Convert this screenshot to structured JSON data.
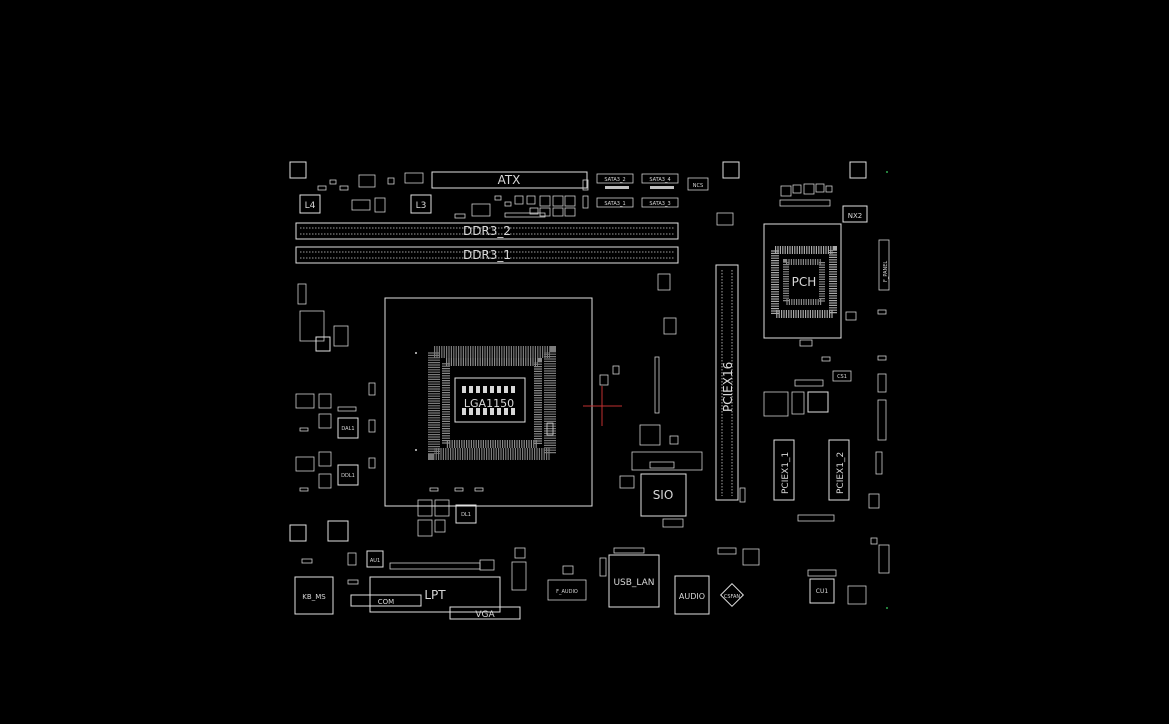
{
  "board": {
    "labels": {
      "atx": "ATX",
      "ddr3_2": "DDR3_2",
      "ddr3_1": "DDR3_1",
      "l4": "L4",
      "l3": "L3",
      "cpu_socket": "LGA1150",
      "pciex16": "PCIEX16",
      "pciex1_1": "PCIEX1_1",
      "pciex1_2": "PCIEX1_2",
      "pch": "PCH",
      "nx2": "NX2",
      "sio": "SIO",
      "lpt": "LPT",
      "com": "COM",
      "vga": "VGA",
      "kb_ms": "KB_MS",
      "usb_lan": "USB_LAN",
      "audio": "AUDIO",
      "f_panel": "F_PANEL",
      "sata_1": "SATA3_1",
      "sata_2": "SATA3_2",
      "sata_3": "SATA3_3",
      "sata_4": "SATA3_4",
      "ncs": "NCS",
      "csfan": "CSFAN",
      "cs1": "CS1",
      "cu1": "CU1",
      "dal1": "DAL1",
      "ddl1": "DDL1",
      "dl1": "DL1",
      "au1": "AU1",
      "f_audio": "F_AUDIO"
    }
  },
  "colors": {
    "background": "#000000",
    "trace": "#e0e0e0",
    "crosshair": "#c03030"
  }
}
